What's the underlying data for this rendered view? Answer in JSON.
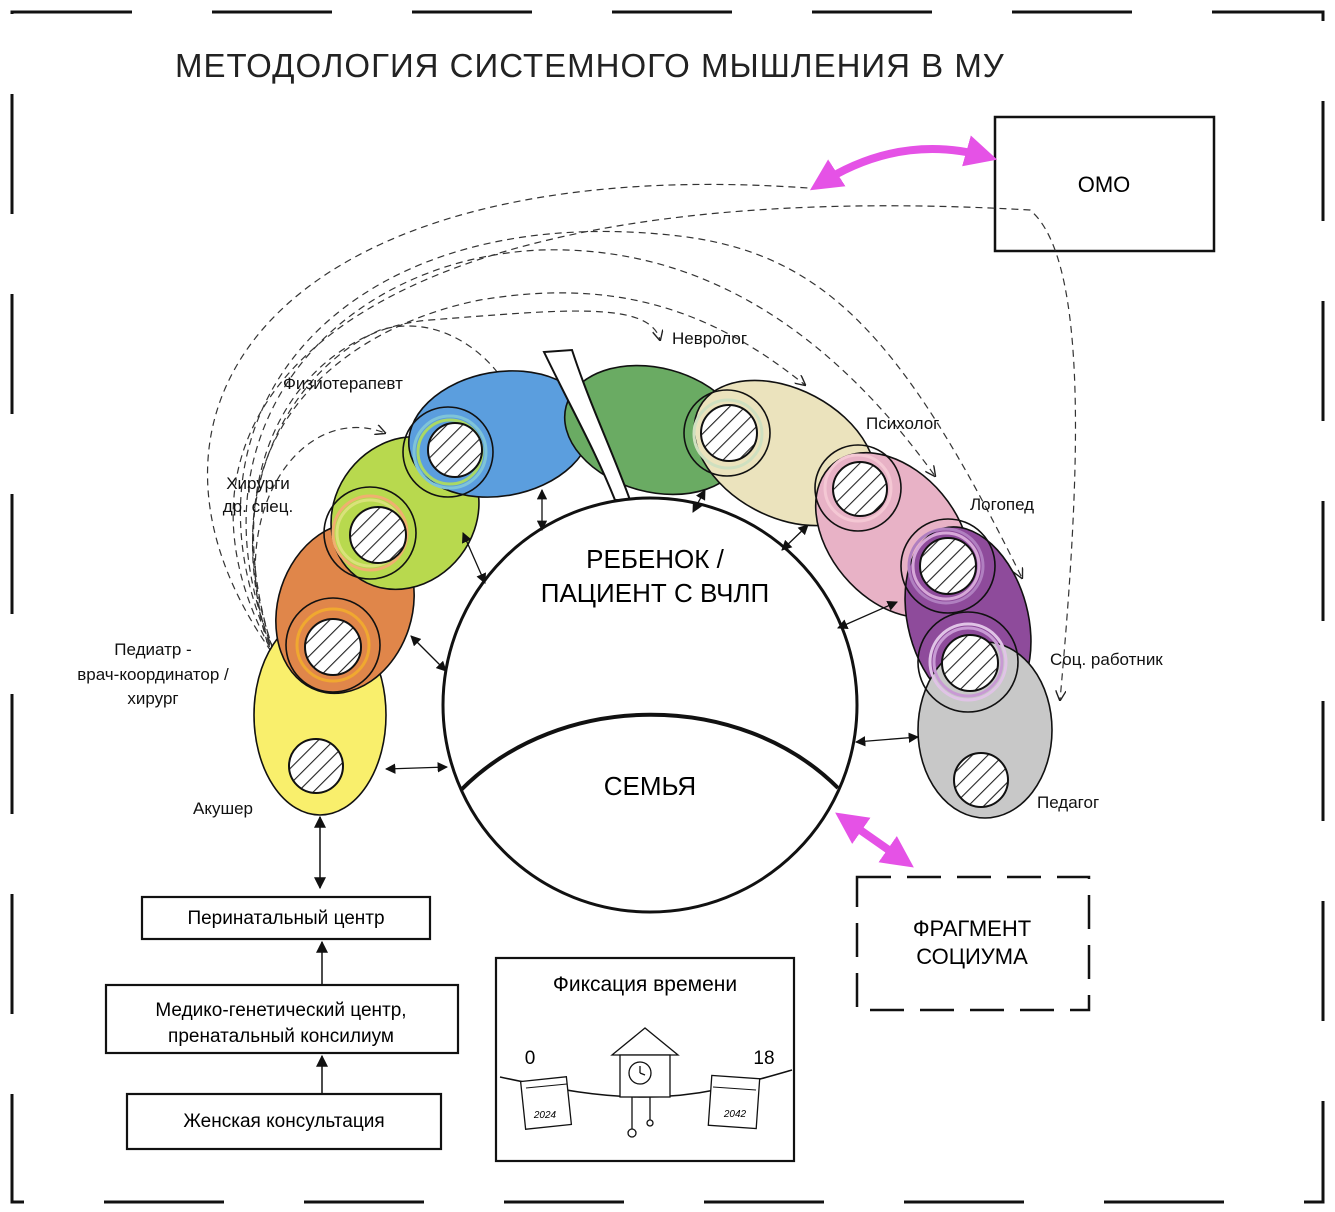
{
  "title": "МЕТОДОЛОГИЯ СИСТЕМНОГО МЫШЛЕНИЯ В МУ",
  "omo": "ОМО",
  "center": {
    "patient_line1": "РЕБЕНОК /",
    "patient_line2": "ПАЦИЕНТ С ВЧЛП",
    "family": "СЕМЬЯ"
  },
  "specialists": {
    "pediatr_line1": "Педиатр -",
    "pediatr_line2": "врач-координатор /",
    "pediatr_line3": "хирург",
    "akusher": "Акушер",
    "surgeons_line1": "Хирурги",
    "surgeons_line2": "др. спец.",
    "physio": "Физиотерапевт",
    "neuro": "Невролог",
    "psycho": "Психолог",
    "logoped": "Логопед",
    "social": "Соц. работник",
    "pedagog": "Педагог"
  },
  "institutions": {
    "perinatal": "Перинатальный центр",
    "genetic_line1": "Медико-генетический центр,",
    "genetic_line2": "пренатальный консилиум",
    "women": "Женская консультация"
  },
  "socium_line1": "ФРАГМЕНТ",
  "socium_line2": "СОЦИУМА",
  "time": {
    "title": "Фиксация времени",
    "start": "0",
    "end": "18",
    "year_start": "2024",
    "year_end": "2042"
  },
  "colors": {
    "pediatr": "#f9ef6c",
    "surgeons": "#e0864a",
    "lime": "#b8d94e",
    "blue": "#5b9ede",
    "green": "#6aab63",
    "beige": "#ebe3bd",
    "pink": "#e8b2c6",
    "purple": "#8e4b9b",
    "gray": "#c8c8c8",
    "magenta_arrow": "#e552e6"
  }
}
